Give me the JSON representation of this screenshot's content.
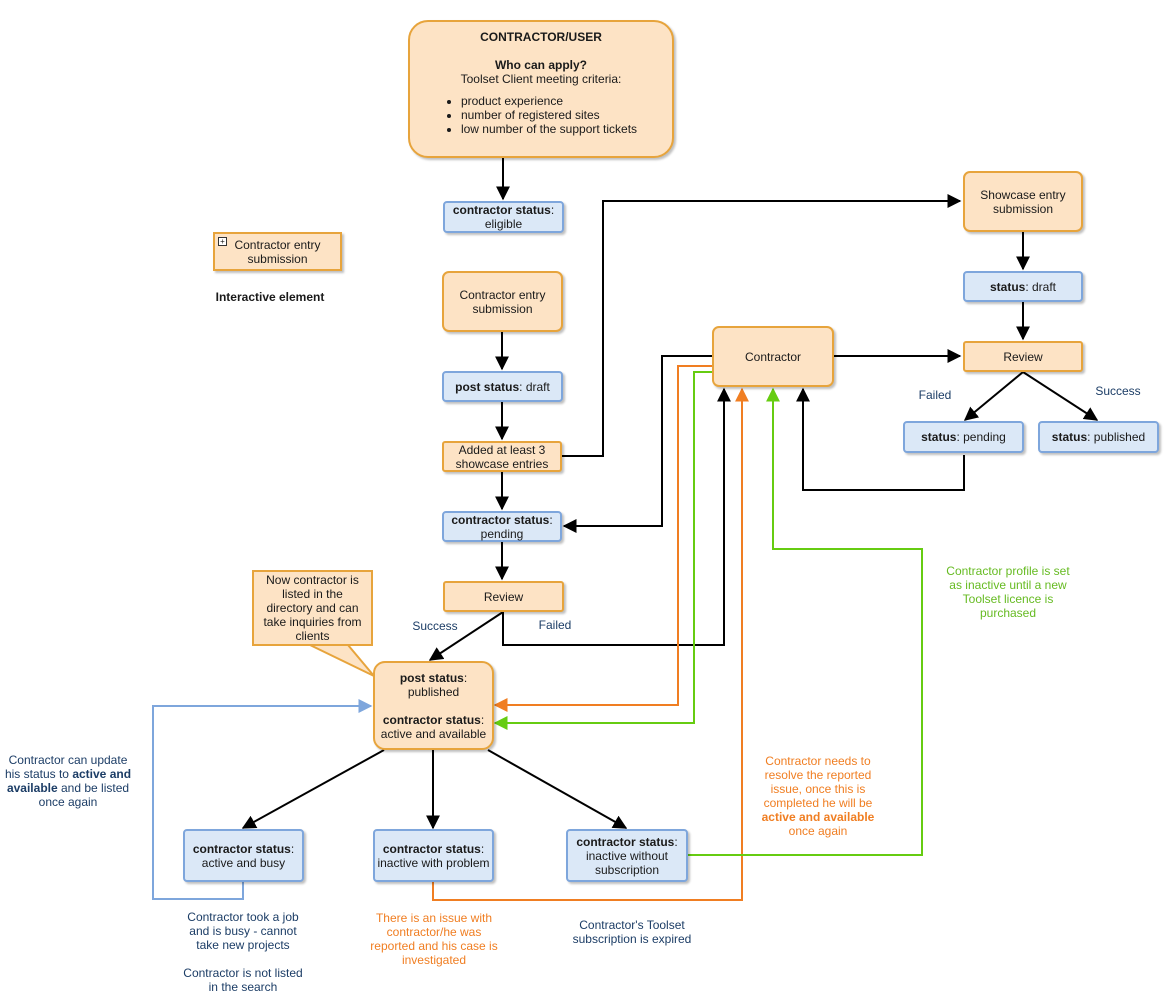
{
  "top_box": {
    "title": "CONTRACTOR/USER",
    "question": "Who can apply?",
    "intro": "Toolset Client meeting criteria:",
    "criteria": [
      "product experience",
      "number of registered sites",
      "low number of the support tickets"
    ]
  },
  "legend": {
    "box_label": "Contractor entry submission",
    "caption": "Interactive element"
  },
  "status_eligible": {
    "key": "contractor status",
    "value": ": eligible"
  },
  "contractor_entry": {
    "label": "Contractor entry submission"
  },
  "post_draft": {
    "key": "post status",
    "value": ": draft"
  },
  "added_showcase": {
    "label": "Added at least 3 showcase entries"
  },
  "contractor_pending": {
    "key": "contractor status",
    "value": ": pending"
  },
  "review_main": {
    "label": "Review"
  },
  "success_main": "Success",
  "failed_main": "Failed",
  "callout": {
    "text": "Now contractor is listed in the directory and can take inquiries from clients"
  },
  "published_box": {
    "post_key": "post status",
    "post_value": ": published",
    "contractor_key": "contractor status",
    "contractor_value": ": active and available"
  },
  "contractor_node": {
    "label": "Contractor"
  },
  "showcase_entry": {
    "label": "Showcase entry submission"
  },
  "showcase_draft": {
    "key": "status",
    "value": ": draft"
  },
  "review_showcase": {
    "label": "Review"
  },
  "failed_showcase": "Failed",
  "success_showcase": "Success",
  "showcase_pending": {
    "key": "status",
    "value": ": pending"
  },
  "showcase_published": {
    "key": "status",
    "value": ": published"
  },
  "active_busy": {
    "key": "contractor status",
    "value": ": active and busy"
  },
  "inactive_problem": {
    "key": "contractor status",
    "value": ": inactive with problem"
  },
  "inactive_subscription": {
    "key": "contractor status",
    "value": ": inactive without subscription"
  },
  "note_update_status": {
    "text1": "Contractor can update his status to ",
    "bold": "active and available",
    "text2": " and be listed once again"
  },
  "note_busy": {
    "line1": "Contractor took a job and is busy - cannot take new projects",
    "line2": "Contractor is not listed in the search"
  },
  "note_issue": {
    "text": "There is an issue with contractor/he was reported and his case is investigated"
  },
  "note_expired": {
    "text": "Contractor's Toolset subscription is expired"
  },
  "note_resolve": {
    "text1": "Contractor needs to resolve the reported issue, once this is completed he will be ",
    "bold": "active and available",
    "text2": " once again"
  },
  "note_inactive_profile": {
    "text": "Contractor profile is set as inactive until a new Toolset licence is purchased"
  },
  "colors": {
    "black": "#000000",
    "orange": "#f07e22",
    "green": "#66cc11",
    "blue": "#7ea6dc"
  }
}
